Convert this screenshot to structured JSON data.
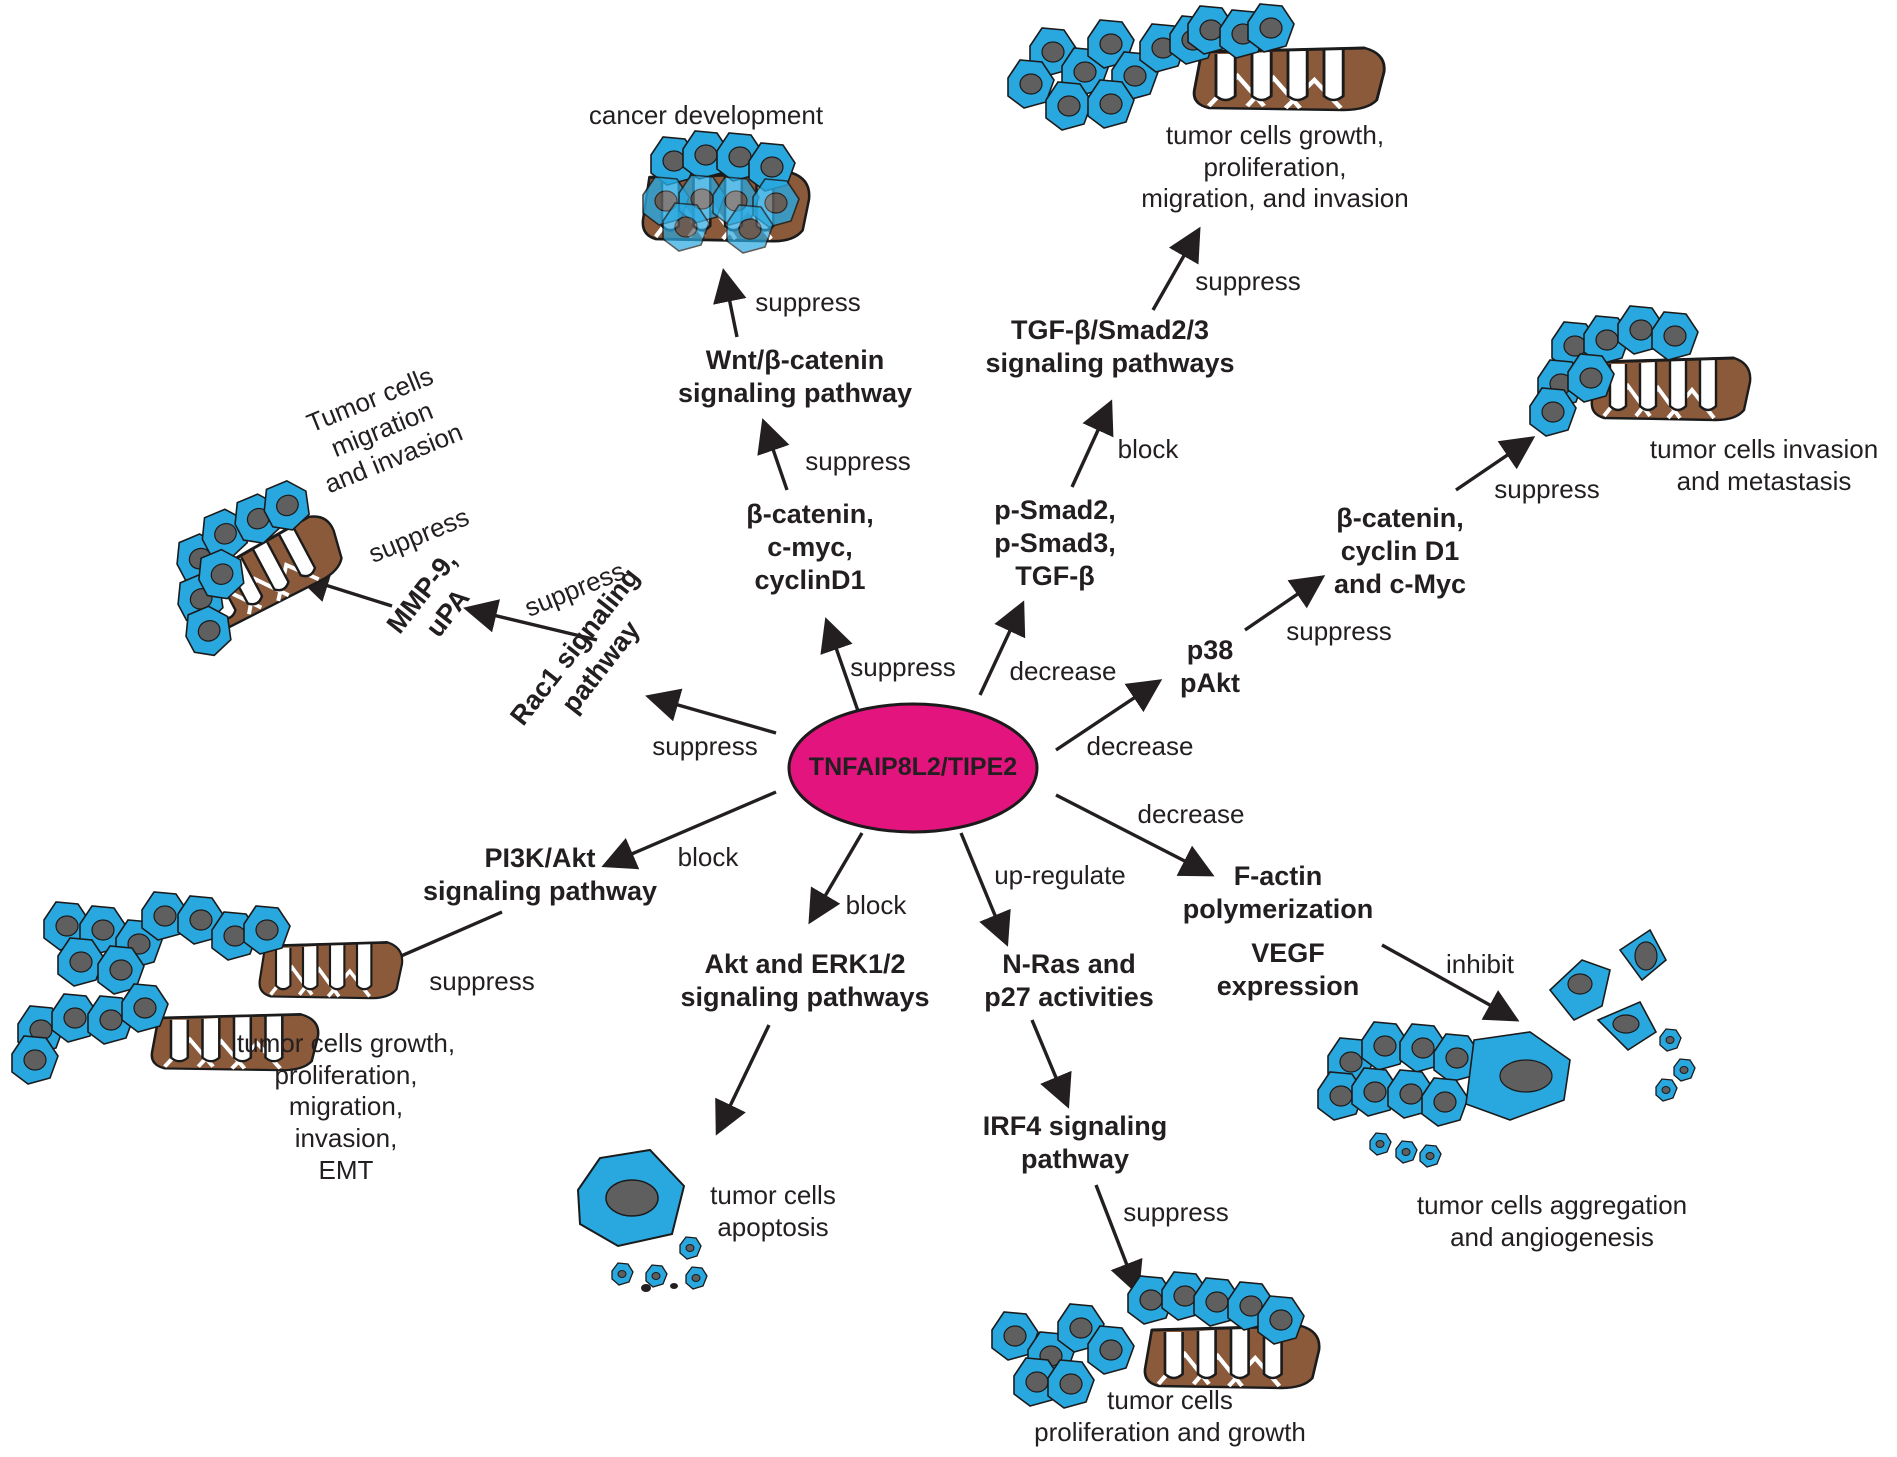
{
  "colors": {
    "center_fill": "#e3147e",
    "cell_blue": "#29a8e0",
    "nucleus": "#5f5f5f",
    "tissue_brown": "#8a5a3a",
    "ink": "#231f20"
  },
  "center": {
    "label": "TNFAIP8L2/TIPE2"
  },
  "nodes": {
    "rac1": "Rac1 signaling\npathway",
    "mmp": "MMP-9,\nuPA",
    "beta_catenin_a": "β-catenin,\nc-myc,\ncyclinD1",
    "wnt": "Wnt/β-catenin\nsignaling pathway",
    "psmad": "p-Smad2,\np-Smad3,\nTGF-β",
    "tgf": "TGF-β/Smad2/3\nsignaling pathways",
    "p38": "p38\npAkt",
    "beta_catenin_b": "β-catenin,\ncyclin D1\nand c-Myc",
    "factin": "F-actin\npolymerization",
    "vegf": "VEGF\nexpression",
    "nras": "N-Ras and\np27 activities",
    "irf4": "IRF4 signaling\npathway",
    "akt_erk": "Akt and ERK1/2\nsignaling pathways",
    "pi3k": "PI3K/Akt\nsignaling pathway"
  },
  "verbs": {
    "v_rac1": "suppress",
    "v_mmp": "suppress",
    "v_mmp_out": "suppress",
    "v_beta_a": "suppress",
    "v_wnt": "suppress",
    "v_wnt_out": "suppress",
    "v_psmad": "decrease",
    "v_tgf": "block",
    "v_tgf_out": "suppress",
    "v_p38": "decrease",
    "v_beta_b": "suppress",
    "v_beta_b_out": "suppress",
    "v_factin": "decrease",
    "v_vegf_out": "inhibit",
    "v_nras": "up-regulate",
    "v_irf4_out": "suppress",
    "v_akt_erk": "block",
    "v_pi3k": "block",
    "v_pi3k_out": "suppress"
  },
  "outcomes": {
    "migration": "Tumor cells\nmigration\nand invasion",
    "cancer_dev": "cancer development",
    "growth_top": "tumor cells growth,\nproliferation,\nmigration, and invasion",
    "invasion_meta": "tumor cells invasion\nand metastasis",
    "aggregation": "tumor cells aggregation\nand angiogenesis",
    "prolif_growth": "tumor cells\nproliferation and growth",
    "apoptosis": "tumor cells\napoptosis",
    "growth_left": "tumor cells growth,\nproliferation,\nmigration,\ninvasion,\nEMT"
  }
}
